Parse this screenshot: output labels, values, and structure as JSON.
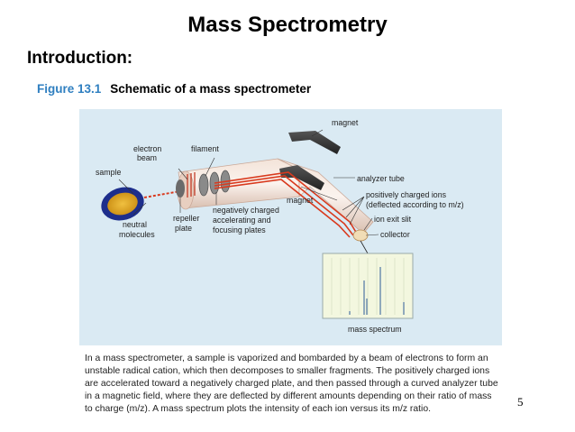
{
  "slide": {
    "title": "Mass Spectrometry",
    "section_heading": "Introduction:",
    "page_number": "5"
  },
  "figure": {
    "number": "Figure 13.1",
    "caption": "Schematic of a  mass spectrometer",
    "labels": {
      "magnet_top": "magnet",
      "electron_beam_1": "electron",
      "electron_beam_2": "beam",
      "filament": "filament",
      "sample": "sample",
      "analyzer_tube": "analyzer tube",
      "magnet_bottom": "magnet",
      "positive_ions_1": "positively charged ions",
      "positive_ions_2": "(deflected according to m/z)",
      "neutral_molecules_1": "neutral",
      "neutral_molecules_2": "molecules",
      "repeller_plate_1": "repeller",
      "repeller_plate_2": "plate",
      "negative_plates_1": "negatively charged",
      "negative_plates_2": "accelerating and",
      "negative_plates_3": "focusing plates",
      "ion_exit_slit": "ion exit slit",
      "collector": "collector",
      "mass_spectrum": "mass spectrum"
    },
    "colors": {
      "panel_background": "#daeaf3",
      "ion_beam": "#d93a1e",
      "caption_number": "#2f7fc0"
    }
  },
  "description": {
    "lines": [
      "In a mass spectrometer, a sample is vaporized and bombarded by a beam of electrons to form an",
      "unstable radical cation, which then decomposes to smaller fragments. The positively charged ions",
      "are accelerated toward a negatively charged plate, and then passed through a curved analyzer tube",
      "in a magnetic field, where they are deflected by different amounts depending on their ratio of mass",
      "to charge (m/z). A mass spectrum plots the intensity of each ion versus its m/z ratio."
    ]
  }
}
